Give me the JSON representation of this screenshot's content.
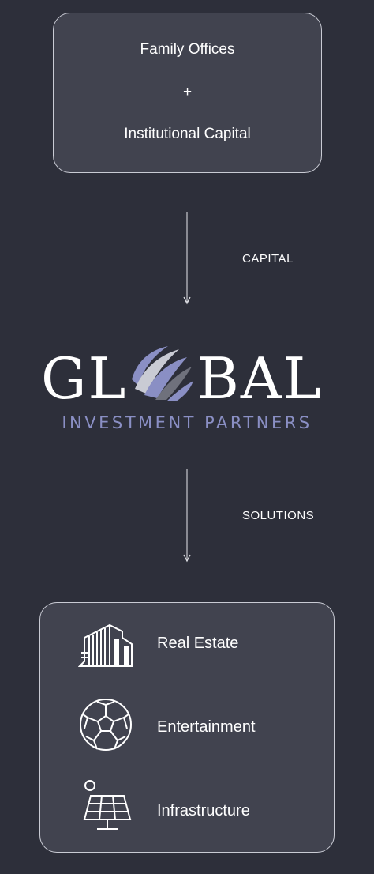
{
  "sources": {
    "line1": "Family Offices",
    "plus": "+",
    "line2": "Institutional Capital"
  },
  "flow": {
    "capital_label": "CAPITAL",
    "solutions_label": "SOLUTIONS"
  },
  "logo": {
    "word_left": "GL",
    "word_right": "BAL",
    "subtitle": "INVESTMENT PARTNERS",
    "subtitle_color": "#8a8fc4"
  },
  "solutions": {
    "items": [
      {
        "label": "Real Estate",
        "icon": "building-icon"
      },
      {
        "label": "Entertainment",
        "icon": "soccer-ball-icon"
      },
      {
        "label": "Infrastructure",
        "icon": "solar-panel-icon"
      }
    ]
  },
  "colors": {
    "background": "#2d2f3a",
    "box_fill": "#41434f",
    "box_border": "#c9cbd4"
  }
}
